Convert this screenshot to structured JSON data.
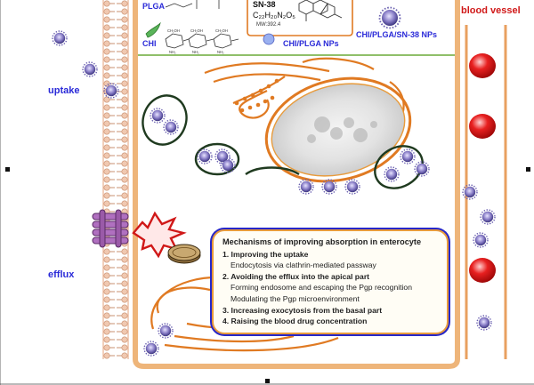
{
  "labels": {
    "plga": "PLGA",
    "chi": "CHI",
    "sn38": "SN-38",
    "formula": "C₂₂H₂₀N₂O₅",
    "mw": "MW:392.4",
    "chi_plga_nps": "CHI/PLGA NPs",
    "chi_plga_sn38_nps": "CHI/PLGA/SN-38 NPs",
    "blood_vessel": "blood vessel",
    "uptake": "uptake",
    "efflux": "efflux"
  },
  "mechanisms": {
    "title": "Mechanisms of improving absorption in enterocyte",
    "items": [
      {
        "heading": "1. Improving the uptake",
        "subs": [
          "Endocytosis via clathrin-mediated passway"
        ]
      },
      {
        "heading": "2. Avoiding the efflux into the apical part",
        "subs": [
          "Forming endosome and escaping the Pgp recognition",
          "Modulating the Pgp microenvironment"
        ]
      },
      {
        "heading": "3. Increasing exocytosis from the basal part",
        "subs": []
      },
      {
        "heading": "4. Raising the blood drug concentration",
        "subs": []
      }
    ]
  },
  "colors": {
    "label_blue": "#2a2ad8",
    "accent_red": "#d01818",
    "membrane_orange": "#e89b3c",
    "vessel_orange": "#e8a060",
    "er_orange": "#e07a22",
    "endosome_green": "#1f3a1f",
    "header_green": "#8fbf6a",
    "np_purple": "#8a7fc8",
    "pgp_purple": "#9a5aa8",
    "blood_red": "#d81818"
  }
}
